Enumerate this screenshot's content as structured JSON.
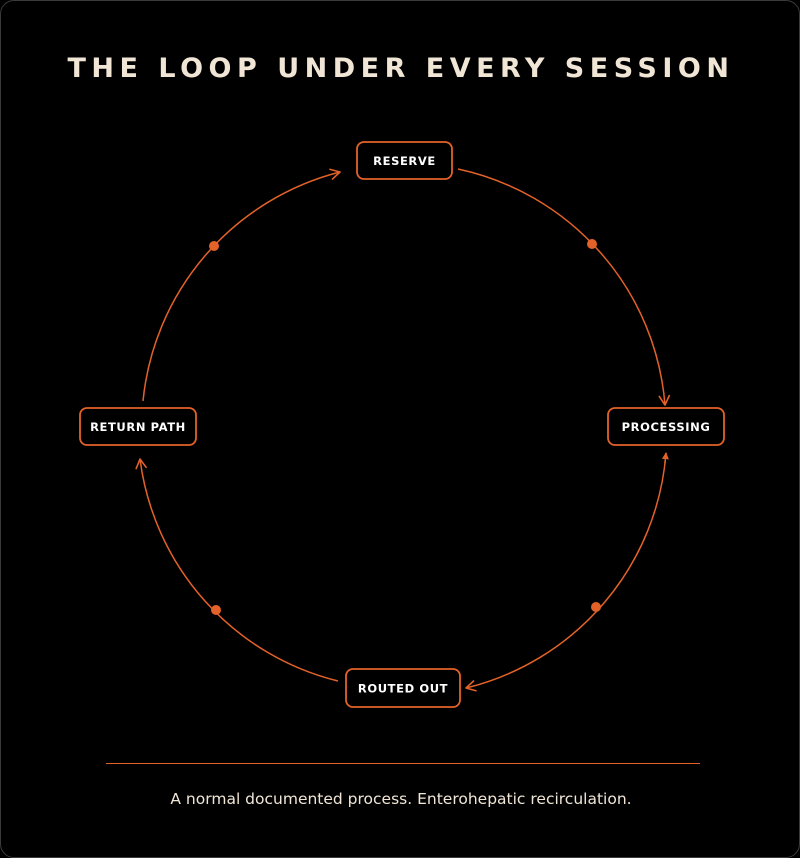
{
  "title": "THE LOOP UNDER EVERY SESSION",
  "caption": "A normal documented process. Enterohepatic recirculation.",
  "colors": {
    "background": "#000000",
    "accent": "#e3622a",
    "title_text": "#f1e6d6",
    "node_text": "#ffffff"
  },
  "nodes": [
    {
      "id": "reserve",
      "label": "RESERVE"
    },
    {
      "id": "processing",
      "label": "PROCESSING"
    },
    {
      "id": "routed-out",
      "label": "ROUTED OUT"
    },
    {
      "id": "return-path",
      "label": "RETURN PATH"
    }
  ],
  "edges": [
    {
      "from": "reserve",
      "to": "processing"
    },
    {
      "from": "processing",
      "to": "routed-out"
    },
    {
      "from": "routed-out",
      "to": "return-path"
    },
    {
      "from": "return-path",
      "to": "reserve"
    }
  ]
}
